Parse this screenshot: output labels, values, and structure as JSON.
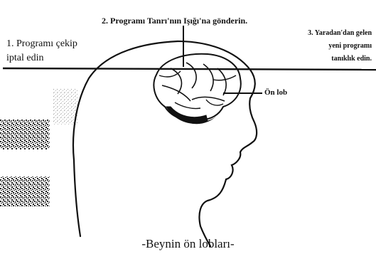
{
  "labels": {
    "step1_line1": "1. Programı çekip",
    "step1_line2": "iptal edin",
    "step2": "2. Programı  Tanrı'nın  Işığı'na  gönderin.",
    "step3_line1": "3. Yaradan'dan gelen",
    "step3_line2": "yeni programı",
    "step3_line3": "tanıklık edin.",
    "frontal_lobe": "Ön lob"
  },
  "caption": "-Beynin ön lobları-",
  "colors": {
    "ink": "#111111",
    "background": "#ffffff"
  }
}
